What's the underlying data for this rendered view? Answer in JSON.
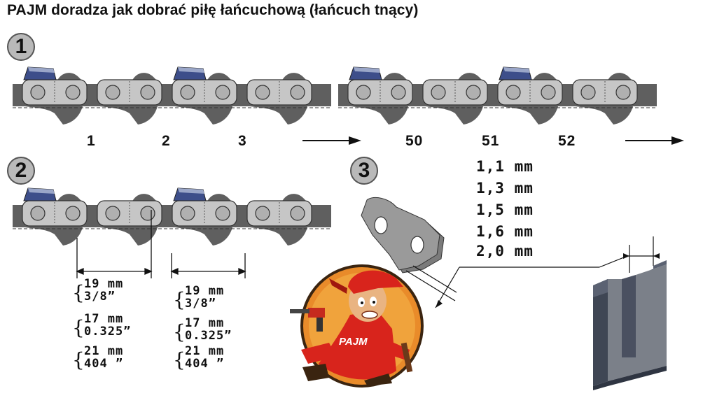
{
  "title": "PAJM doradza jak dobrać piłę łańcuchową (łańcuch tnący)",
  "badges": [
    "1",
    "2",
    "3"
  ],
  "link_numbers": [
    "1",
    "2",
    "3",
    "50",
    "51",
    "52"
  ],
  "thickness_options": [
    "1,1 mm",
    "1,3 mm",
    "1,5 mm",
    "1,6 mm",
    "2,0 mm"
  ],
  "pitch_specs": {
    "left": [
      {
        "mm": "19 mm",
        "inch": "3/8”"
      },
      {
        "mm": "17 mm",
        "inch": "0.325”"
      },
      {
        "mm": "21 mm",
        "inch": " 404 ”"
      }
    ],
    "right": [
      {
        "mm": "19 mm",
        "inch": "3/8”"
      },
      {
        "mm": "17 mm",
        "inch": "0.325”"
      },
      {
        "mm": "21 mm",
        "inch": " 404 ”"
      }
    ]
  },
  "mascot_text": "PAJM",
  "colors": {
    "chain_dark": "#5f5f5f",
    "link_light": "#c6c6c6",
    "cutter_blue": "#3d4e8a",
    "mascot_red": "#d8241c",
    "bar_front": "#7b8089",
    "bar_side": "#3f4654"
  }
}
